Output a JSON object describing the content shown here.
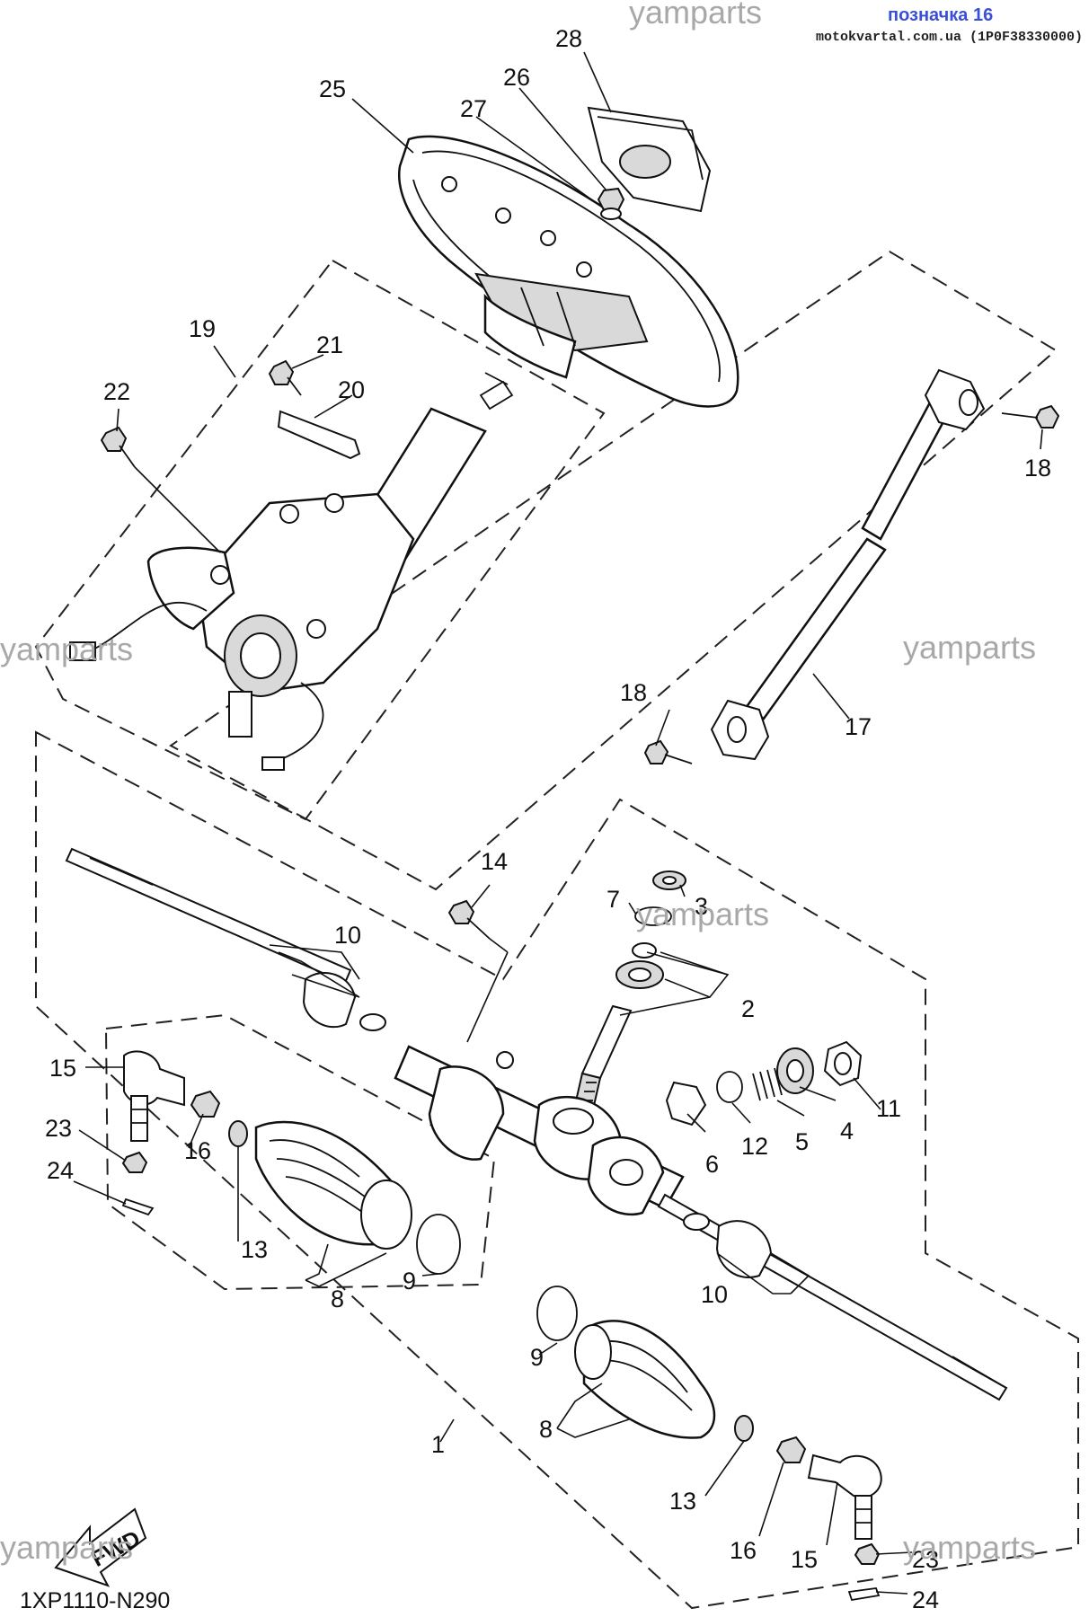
{
  "header": {
    "watermark_top": "yamparts",
    "badge": "позначка 16",
    "source": "motokvartal.com.ua (1P0F38330000)"
  },
  "watermarks": [
    "yamparts",
    "yamparts",
    "yamparts",
    "yamparts",
    "yamparts"
  ],
  "diagram_code": "1XP1110-N290",
  "fwd_label": "FWD",
  "callouts": [
    "1",
    "2",
    "3",
    "4",
    "5",
    "6",
    "7",
    "8",
    "8",
    "9",
    "9",
    "10",
    "10",
    "11",
    "12",
    "13",
    "13",
    "14",
    "15",
    "15",
    "16",
    "16",
    "17",
    "18",
    "18",
    "19",
    "20",
    "21",
    "22",
    "23",
    "23",
    "24",
    "24",
    "25",
    "26",
    "27",
    "28"
  ],
  "colors": {
    "badge": "#3b4fd6",
    "watermark": "#a8a8a8",
    "line": "#111111"
  }
}
